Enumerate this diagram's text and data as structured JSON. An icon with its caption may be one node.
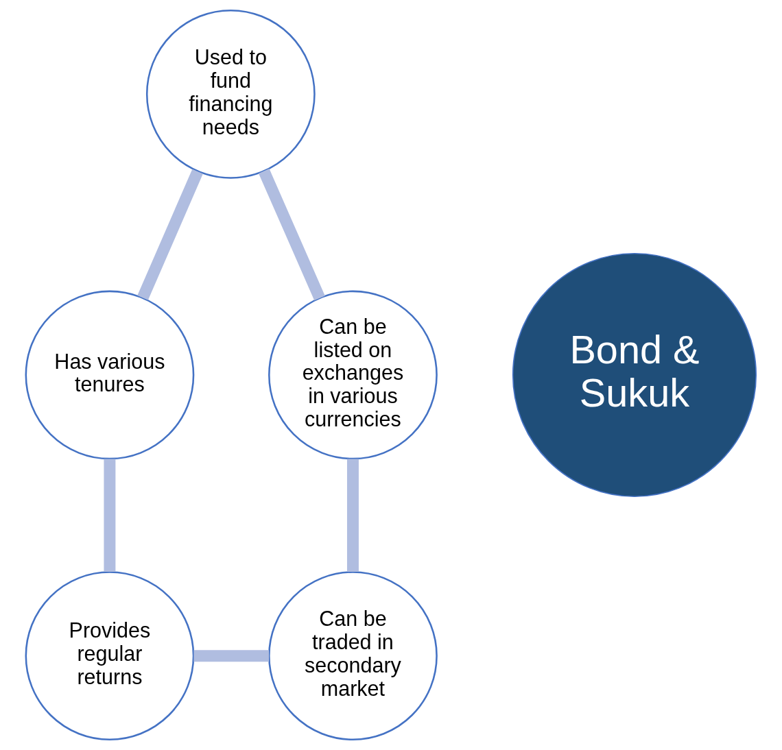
{
  "diagram": {
    "nodes": [
      {
        "text": [
          "Used to fund financing needs"
        ]
      },
      {
        "text": [
          "Can be listed on exchanges in various currencies"
        ]
      },
      {
        "text": [
          "Has various tenures"
        ]
      },
      {
        "text": [
          "Bond & Sukuk"
        ]
      },
      {
        "text": [
          "Can be traded in secondary market"
        ]
      },
      {
        "text": [
          "Provides regular returns"
        ]
      }
    ],
    "edges": [
      {
        "from": 0,
        "to": 2,
        "arrow": "none"
      },
      {
        "from": 2,
        "to": 5,
        "arrow": "none"
      },
      {
        "from": 5,
        "to": 4,
        "arrow": "none"
      },
      {
        "from": 4,
        "to": 1,
        "arrow": "none"
      },
      {
        "from": 1,
        "to": 0,
        "arrow": "none"
      }
    ]
  }
}
